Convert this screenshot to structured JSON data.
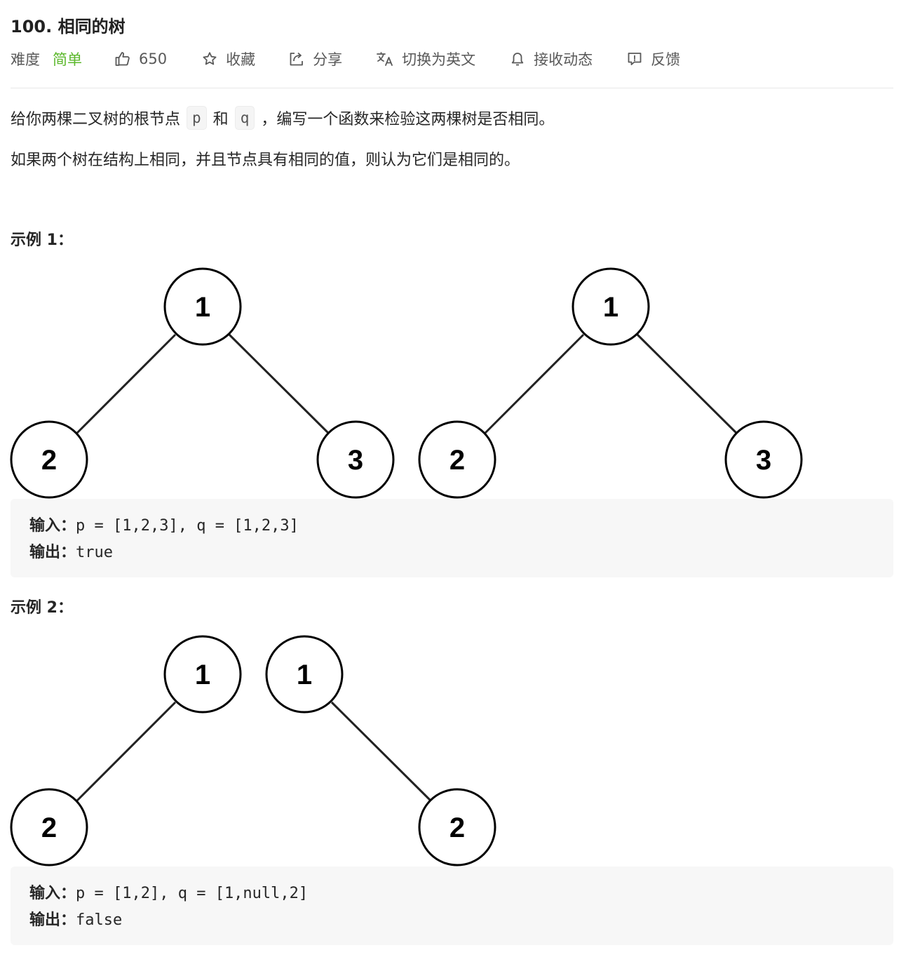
{
  "problem": {
    "title": "100. 相同的树"
  },
  "toolbar": {
    "difficulty_label": "难度",
    "difficulty_value": "简单",
    "likes": "650",
    "favorite": "收藏",
    "share": "分享",
    "translate": "切换为英文",
    "notify": "接收动态",
    "feedback": "反馈"
  },
  "description": {
    "p1_before": "给你两棵二叉树的根节点",
    "p1_code_p": "p",
    "p1_and": "和",
    "p1_code_q": "q",
    "p1_after": "，编写一个函数来检验这两棵树是否相同。",
    "p2": "如果两个树在结构上相同，并且节点具有相同的值，则认为它们是相同的。"
  },
  "examples": [
    {
      "heading": "示例 1：",
      "input_label": "输入：",
      "input_value": "p = [1,2,3], q = [1,2,3]",
      "output_label": "输出：",
      "output_value": "true",
      "nodes": [
        "1",
        "2",
        "3",
        "1",
        "2",
        "3"
      ]
    },
    {
      "heading": "示例 2：",
      "input_label": "输入：",
      "input_value": "p = [1,2], q = [1,null,2]",
      "output_label": "输出：",
      "output_value": "false",
      "nodes": [
        "1",
        "2",
        "1",
        "2"
      ]
    }
  ]
}
